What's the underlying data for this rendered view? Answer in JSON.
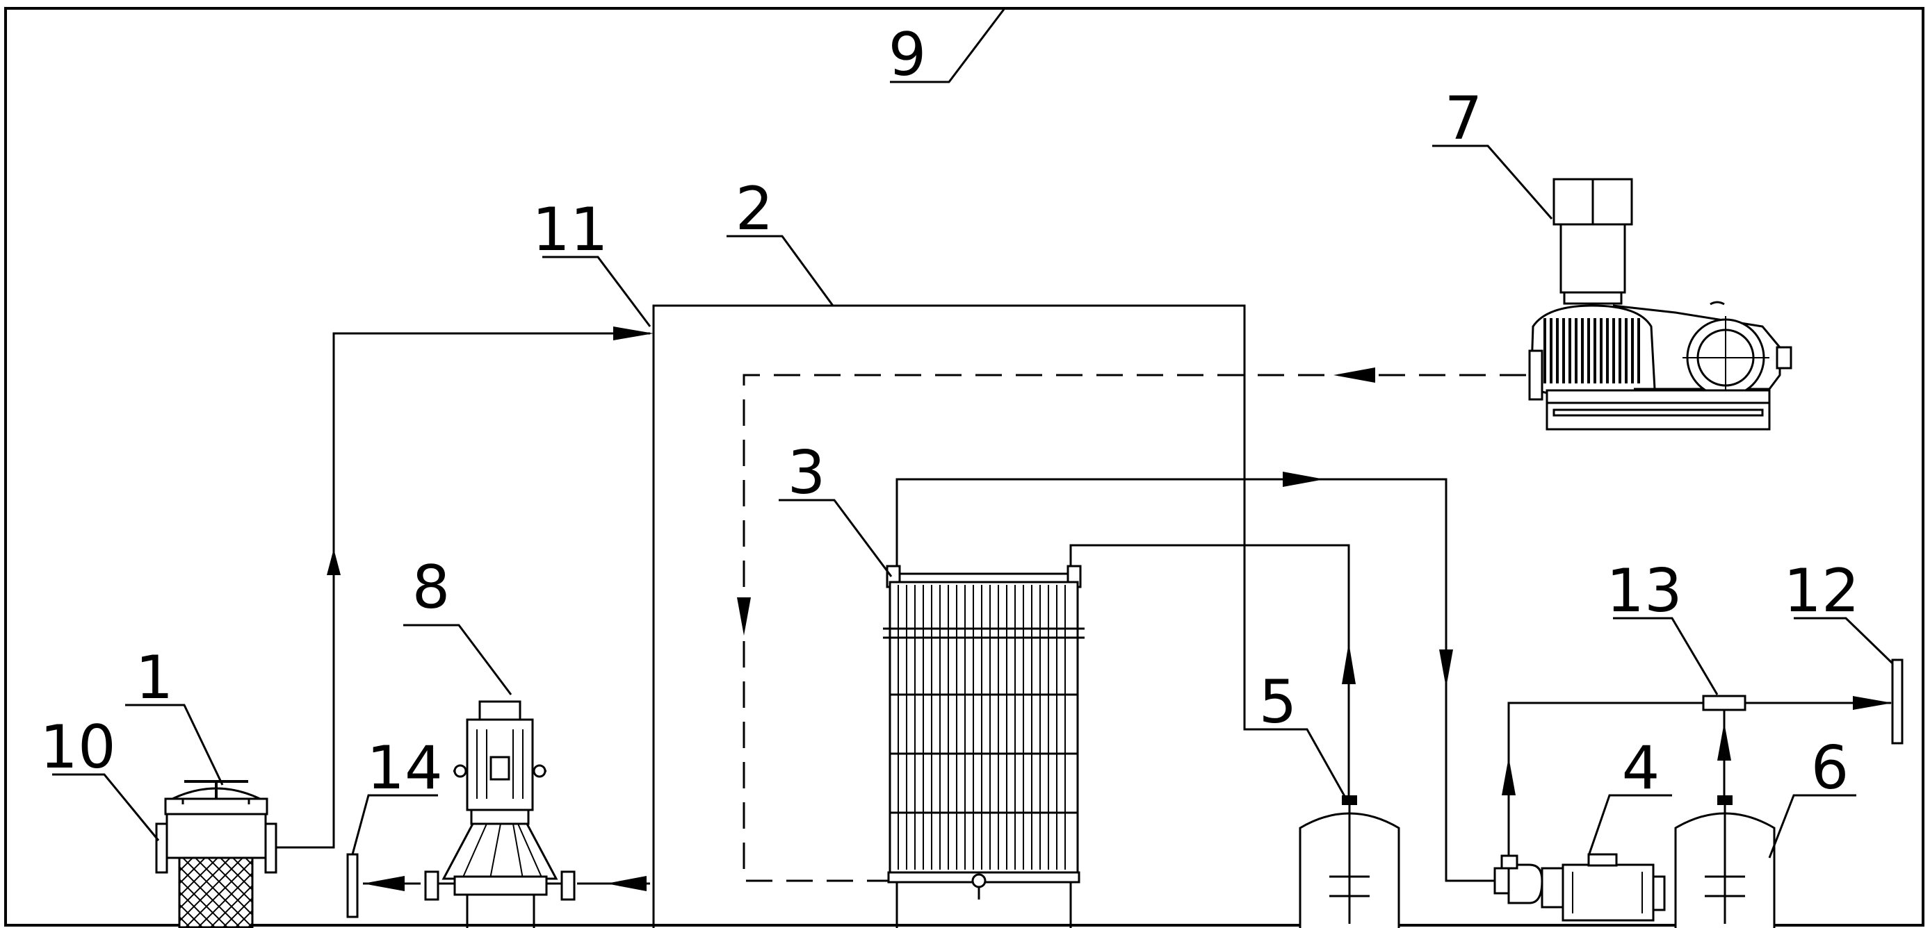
{
  "diagram": {
    "type": "process-flow-schematic",
    "labels": [
      {
        "id": "label-1",
        "text": "1"
      },
      {
        "id": "label-2",
        "text": "2"
      },
      {
        "id": "label-3",
        "text": "3"
      },
      {
        "id": "label-4",
        "text": "4"
      },
      {
        "id": "label-5",
        "text": "5"
      },
      {
        "id": "label-6",
        "text": "6"
      },
      {
        "id": "label-7",
        "text": "7"
      },
      {
        "id": "label-8",
        "text": "8"
      },
      {
        "id": "label-9",
        "text": "9"
      },
      {
        "id": "label-10",
        "text": "10"
      },
      {
        "id": "label-11",
        "text": "11"
      },
      {
        "id": "label-12",
        "text": "12"
      },
      {
        "id": "label-13",
        "text": "13"
      },
      {
        "id": "label-14",
        "text": "14"
      }
    ],
    "components": [
      {
        "name": "basket-strainer",
        "label": "1"
      },
      {
        "name": "treatment-tank",
        "label": "2"
      },
      {
        "name": "membrane-module",
        "label": "3"
      },
      {
        "name": "suction-pump",
        "label": "4"
      },
      {
        "name": "dosing-tank-left",
        "label": "5"
      },
      {
        "name": "dosing-tank-right",
        "label": "6"
      },
      {
        "name": "roots-blower",
        "label": "7"
      },
      {
        "name": "vertical-pump",
        "label": "8"
      },
      {
        "name": "outer-enclosure",
        "label": "9"
      },
      {
        "name": "inlet-flange",
        "label": "10"
      },
      {
        "name": "tank-inlet",
        "label": "11"
      },
      {
        "name": "outlet-plate",
        "label": "12"
      },
      {
        "name": "flow-meter",
        "label": "13"
      },
      {
        "name": "discharge-plate",
        "label": "14"
      }
    ],
    "line_styles": {
      "process_line": "solid",
      "air_line": "dashed"
    }
  }
}
